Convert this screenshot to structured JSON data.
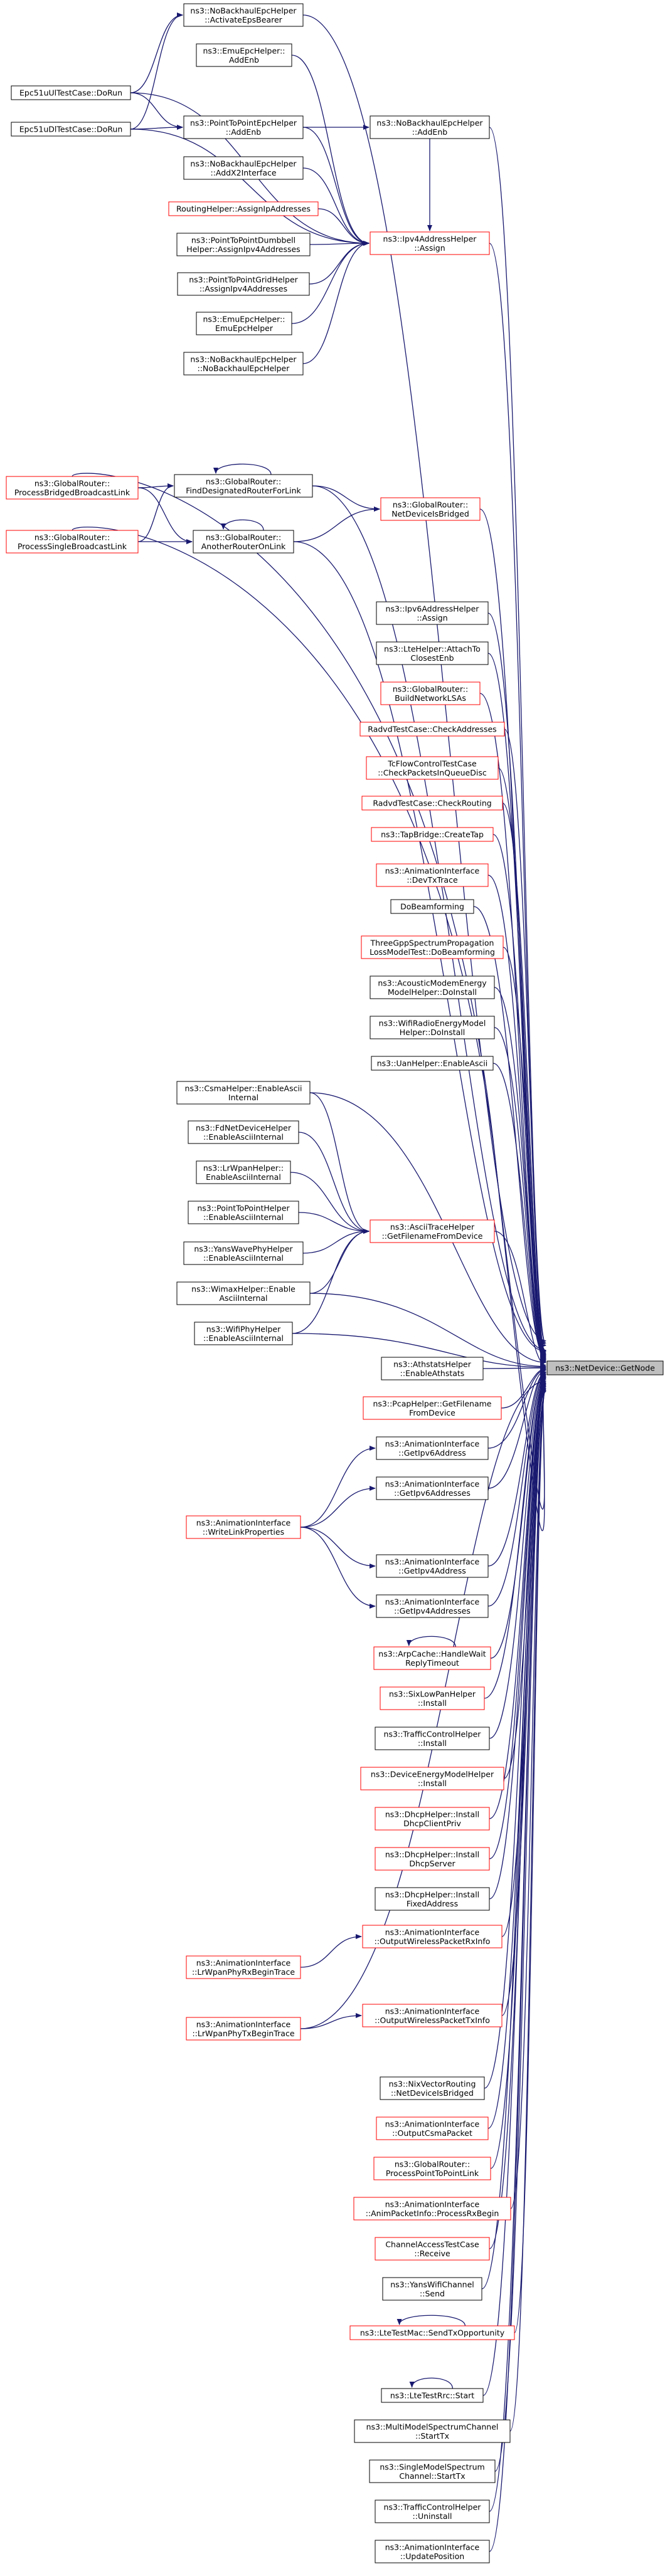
{
  "graph_title": "",
  "colors": {
    "edge": "#191970",
    "border_documented": "#000000",
    "border_undocumented": "#ff0000",
    "focus_fill": "#bfbfbf",
    "node_fill": "#ffffff"
  },
  "target": {
    "id": "getnode",
    "lines": [
      "ns3::NetDevice::GetNode"
    ]
  },
  "nodes": [
    {
      "id": "n1",
      "lines": [
        "ns3::NoBackhaulEpcHelper",
        "::ActivateEpsBearer"
      ],
      "border": "black"
    },
    {
      "id": "n2",
      "lines": [
        "ns3::EmuEpcHelper::",
        "AddEnb"
      ],
      "border": "black"
    },
    {
      "id": "n3",
      "lines": [
        "Epc51uUlTestCase::DoRun"
      ],
      "border": "black"
    },
    {
      "id": "n4",
      "lines": [
        "ns3::PointToPointEpcHelper",
        "::AddEnb"
      ],
      "border": "black"
    },
    {
      "id": "n5",
      "lines": [
        "ns3::NoBackhaulEpcHelper",
        "::AddEnb"
      ],
      "border": "black"
    },
    {
      "id": "n6",
      "lines": [
        "Epc51uDlTestCase::DoRun"
      ],
      "border": "black"
    },
    {
      "id": "n7",
      "lines": [
        "ns3::NoBackhaulEpcHelper",
        "::AddX2Interface"
      ],
      "border": "black"
    },
    {
      "id": "n8",
      "lines": [
        "RoutingHelper::AssignIpAddresses"
      ],
      "border": "red"
    },
    {
      "id": "n9",
      "lines": [
        "ns3::Ipv4AddressHelper",
        "::Assign"
      ],
      "border": "red"
    },
    {
      "id": "n10",
      "lines": [
        "ns3::PointToPointDumbbell",
        "Helper::AssignIpv4Addresses"
      ],
      "border": "black"
    },
    {
      "id": "n11",
      "lines": [
        "ns3::PointToPointGridHelper",
        "::AssignIpv4Addresses"
      ],
      "border": "black"
    },
    {
      "id": "n12",
      "lines": [
        "ns3::EmuEpcHelper::",
        "EmuEpcHelper"
      ],
      "border": "black"
    },
    {
      "id": "n13",
      "lines": [
        "ns3::NoBackhaulEpcHelper",
        "::NoBackhaulEpcHelper"
      ],
      "border": "black"
    },
    {
      "id": "n14",
      "lines": [
        "ns3::GlobalRouter::",
        "ProcessBridgedBroadcastLink"
      ],
      "border": "red"
    },
    {
      "id": "n15",
      "lines": [
        "ns3::GlobalRouter::",
        "FindDesignatedRouterForLink"
      ],
      "border": "black"
    },
    {
      "id": "n16",
      "lines": [
        "ns3::GlobalRouter::",
        "NetDeviceIsBridged"
      ],
      "border": "red"
    },
    {
      "id": "n17",
      "lines": [
        "ns3::GlobalRouter::",
        "ProcessSingleBroadcastLink"
      ],
      "border": "red"
    },
    {
      "id": "n18",
      "lines": [
        "ns3::GlobalRouter::",
        "AnotherRouterOnLink"
      ],
      "border": "black"
    },
    {
      "id": "n19",
      "lines": [
        "ns3::Ipv6AddressHelper",
        "::Assign"
      ],
      "border": "black"
    },
    {
      "id": "n20",
      "lines": [
        "ns3::LteHelper::AttachTo",
        "ClosestEnb"
      ],
      "border": "black"
    },
    {
      "id": "n21",
      "lines": [
        "ns3::GlobalRouter::",
        "BuildNetworkLSAs"
      ],
      "border": "red"
    },
    {
      "id": "n22",
      "lines": [
        "RadvdTestCase::CheckAddresses"
      ],
      "border": "red"
    },
    {
      "id": "n23",
      "lines": [
        "TcFlowControlTestCase",
        "::CheckPacketsInQueueDisc"
      ],
      "border": "red"
    },
    {
      "id": "n24",
      "lines": [
        "RadvdTestCase::CheckRouting"
      ],
      "border": "red"
    },
    {
      "id": "n25",
      "lines": [
        "ns3::TapBridge::CreateTap"
      ],
      "border": "red"
    },
    {
      "id": "n26",
      "lines": [
        "ns3::AnimationInterface",
        "::DevTxTrace"
      ],
      "border": "red"
    },
    {
      "id": "n27",
      "lines": [
        "DoBeamforming"
      ],
      "border": "black"
    },
    {
      "id": "n28",
      "lines": [
        "ThreeGppSpectrumPropagation",
        "LossModelTest::DoBeamforming"
      ],
      "border": "red"
    },
    {
      "id": "n29",
      "lines": [
        "ns3::AcousticModemEnergy",
        "ModelHelper::DoInstall"
      ],
      "border": "black"
    },
    {
      "id": "n30",
      "lines": [
        "ns3::WifiRadioEnergyModel",
        "Helper::DoInstall"
      ],
      "border": "black"
    },
    {
      "id": "n31",
      "lines": [
        "ns3::UanHelper::EnableAscii"
      ],
      "border": "black"
    },
    {
      "id": "n32",
      "lines": [
        "ns3::CsmaHelper::EnableAscii",
        "Internal"
      ],
      "border": "black"
    },
    {
      "id": "n33",
      "lines": [
        "ns3::FdNetDeviceHelper",
        "::EnableAsciiInternal"
      ],
      "border": "black"
    },
    {
      "id": "n34",
      "lines": [
        "ns3::LrWpanHelper::",
        "EnableAsciiInternal"
      ],
      "border": "black"
    },
    {
      "id": "n35",
      "lines": [
        "ns3::PointToPointHelper",
        "::EnableAsciiInternal"
      ],
      "border": "black"
    },
    {
      "id": "n36",
      "lines": [
        "ns3::AsciiTraceHelper",
        "::GetFilenameFromDevice"
      ],
      "border": "red"
    },
    {
      "id": "n37",
      "lines": [
        "ns3::YansWavePhyHelper",
        "::EnableAsciiInternal"
      ],
      "border": "black"
    },
    {
      "id": "n38",
      "lines": [
        "ns3::WimaxHelper::Enable",
        "AsciiInternal"
      ],
      "border": "black"
    },
    {
      "id": "n39",
      "lines": [
        "ns3::WifiPhyHelper",
        "::EnableAsciiInternal"
      ],
      "border": "black"
    },
    {
      "id": "n40",
      "lines": [
        "ns3::AthstatsHelper",
        "::EnableAthstats"
      ],
      "border": "black"
    },
    {
      "id": "n41",
      "lines": [
        "ns3::PcapHelper::GetFilename",
        "FromDevice"
      ],
      "border": "red"
    },
    {
      "id": "n42",
      "lines": [
        "ns3::AnimationInterface",
        "::GetIpv6Address"
      ],
      "border": "black"
    },
    {
      "id": "n43",
      "lines": [
        "ns3::AnimationInterface",
        "::GetIpv6Addresses"
      ],
      "border": "black"
    },
    {
      "id": "n44",
      "lines": [
        "ns3::AnimationInterface",
        "::WriteLinkProperties"
      ],
      "border": "red"
    },
    {
      "id": "n45",
      "lines": [
        "ns3::AnimationInterface",
        "::GetIpv4Address"
      ],
      "border": "black"
    },
    {
      "id": "n46",
      "lines": [
        "ns3::AnimationInterface",
        "::GetIpv4Addresses"
      ],
      "border": "black"
    },
    {
      "id": "n47",
      "lines": [
        "ns3::ArpCache::HandleWait",
        "ReplyTimeout"
      ],
      "border": "red"
    },
    {
      "id": "n48",
      "lines": [
        "ns3::SixLowPanHelper",
        "::Install"
      ],
      "border": "red"
    },
    {
      "id": "n49",
      "lines": [
        "ns3::TrafficControlHelper",
        "::Install"
      ],
      "border": "black"
    },
    {
      "id": "n50",
      "lines": [
        "ns3::DeviceEnergyModelHelper",
        "::Install"
      ],
      "border": "red"
    },
    {
      "id": "n51",
      "lines": [
        "ns3::DhcpHelper::Install",
        "DhcpClientPriv"
      ],
      "border": "red"
    },
    {
      "id": "n52",
      "lines": [
        "ns3::DhcpHelper::Install",
        "DhcpServer"
      ],
      "border": "red"
    },
    {
      "id": "n53",
      "lines": [
        "ns3::DhcpHelper::Install",
        "FixedAddress"
      ],
      "border": "black"
    },
    {
      "id": "n54",
      "lines": [
        "ns3::AnimationInterface",
        "::OutputWirelessPacketRxInfo"
      ],
      "border": "red"
    },
    {
      "id": "n55",
      "lines": [
        "ns3::AnimationInterface",
        "::LrWpanPhyRxBeginTrace"
      ],
      "border": "red"
    },
    {
      "id": "n56",
      "lines": [
        "ns3::AnimationInterface",
        "::OutputWirelessPacketTxInfo"
      ],
      "border": "red"
    },
    {
      "id": "n57",
      "lines": [
        "ns3::AnimationInterface",
        "::LrWpanPhyTxBeginTrace"
      ],
      "border": "red"
    },
    {
      "id": "n58",
      "lines": [
        "ns3::NixVectorRouting",
        "::NetDeviceIsBridged"
      ],
      "border": "black"
    },
    {
      "id": "n59",
      "lines": [
        "ns3::AnimationInterface",
        "::OutputCsmaPacket"
      ],
      "border": "red"
    },
    {
      "id": "n60",
      "lines": [
        "ns3::GlobalRouter::",
        "ProcessPointToPointLink"
      ],
      "border": "red"
    },
    {
      "id": "n61",
      "lines": [
        "ns3::AnimationInterface",
        "::AnimPacketInfo::ProcessRxBegin"
      ],
      "border": "red"
    },
    {
      "id": "n62",
      "lines": [
        "ChannelAccessTestCase",
        "::Receive"
      ],
      "border": "red"
    },
    {
      "id": "n63",
      "lines": [
        "ns3::YansWifiChannel",
        "::Send"
      ],
      "border": "black"
    },
    {
      "id": "n64",
      "lines": [
        "ns3::LteTestMac::SendTxOpportunity"
      ],
      "border": "red"
    },
    {
      "id": "n65",
      "lines": [
        "ns3::LteTestRrc::Start"
      ],
      "border": "black"
    },
    {
      "id": "n66",
      "lines": [
        "ns3::MultiModelSpectrumChannel",
        "::StartTx"
      ],
      "border": "black"
    },
    {
      "id": "n67",
      "lines": [
        "ns3::SingleModelSpectrum",
        "Channel::StartTx"
      ],
      "border": "black"
    },
    {
      "id": "n68",
      "lines": [
        "ns3::TrafficControlHelper",
        "::Uninstall"
      ],
      "border": "black"
    },
    {
      "id": "n69",
      "lines": [
        "ns3::AnimationInterface",
        "::UpdatePosition"
      ],
      "border": "black"
    }
  ]
}
